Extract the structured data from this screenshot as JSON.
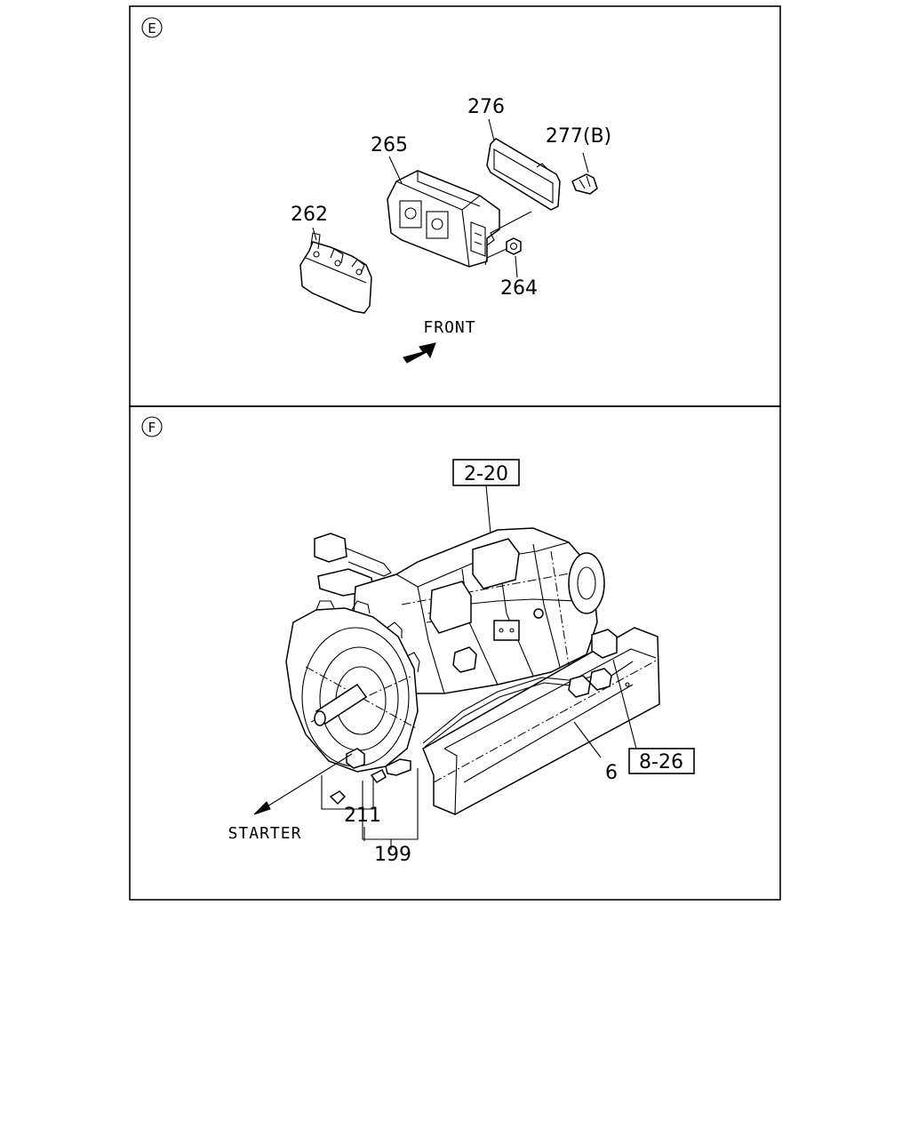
{
  "panels": [
    {
      "marker": "E",
      "labels": {
        "p276": "276",
        "p277": "277(B)",
        "p265": "265",
        "p262": "262",
        "p264": "264",
        "front": "FRONT"
      }
    },
    {
      "marker": "F",
      "labels": {
        "ref_2_20": "2-20",
        "ref_8_26": "8-26",
        "p6": "6",
        "p211": "211",
        "p199": "199",
        "starter": "STARTER"
      }
    }
  ]
}
